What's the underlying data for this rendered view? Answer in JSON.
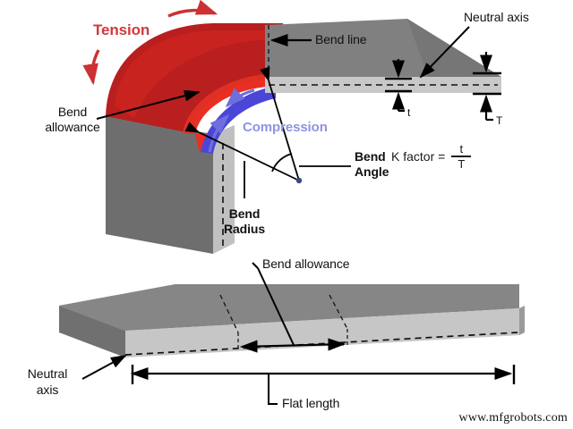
{
  "figure": {
    "title": "Sheet metal bending terminology diagram",
    "watermark": "www.mfgrobots.com"
  },
  "colors": {
    "tension": "#d2383a",
    "compression": "#8f93e0",
    "tension_band": "#e8312a",
    "compression_band": "#4a46d6",
    "outer_face": "#b51f1c",
    "metal_top": "#808080",
    "metal_dark": "#6e6e6e",
    "metal_light": "#c4c4c4",
    "metal_mid": "#a8a8a8",
    "line": "#000000",
    "text": "#111111"
  },
  "labels": {
    "tension": "Tension",
    "compression": "Compression",
    "bend_line": "Bend line",
    "neutral_axis_top": "Neutral axis",
    "bend_allowance_top_line1": "Bend",
    "bend_allowance_top_line2": "allowance",
    "bend_angle_line1": "Bend",
    "bend_angle_line2": "Angle",
    "bend_radius_line1": "Bend",
    "bend_radius_line2": "Radius",
    "bend_allowance_bottom": "Bend allowance",
    "neutral_axis_bottom_line1": "Neutral",
    "neutral_axis_bottom_line2": "axis",
    "flat_length": "Flat length"
  },
  "dimensions": {
    "thickness_to_neutral_axis": "t",
    "total_thickness": "T"
  },
  "formula": {
    "name": "K factor",
    "equals": "K factor =",
    "numerator": "t",
    "denominator": "T"
  }
}
